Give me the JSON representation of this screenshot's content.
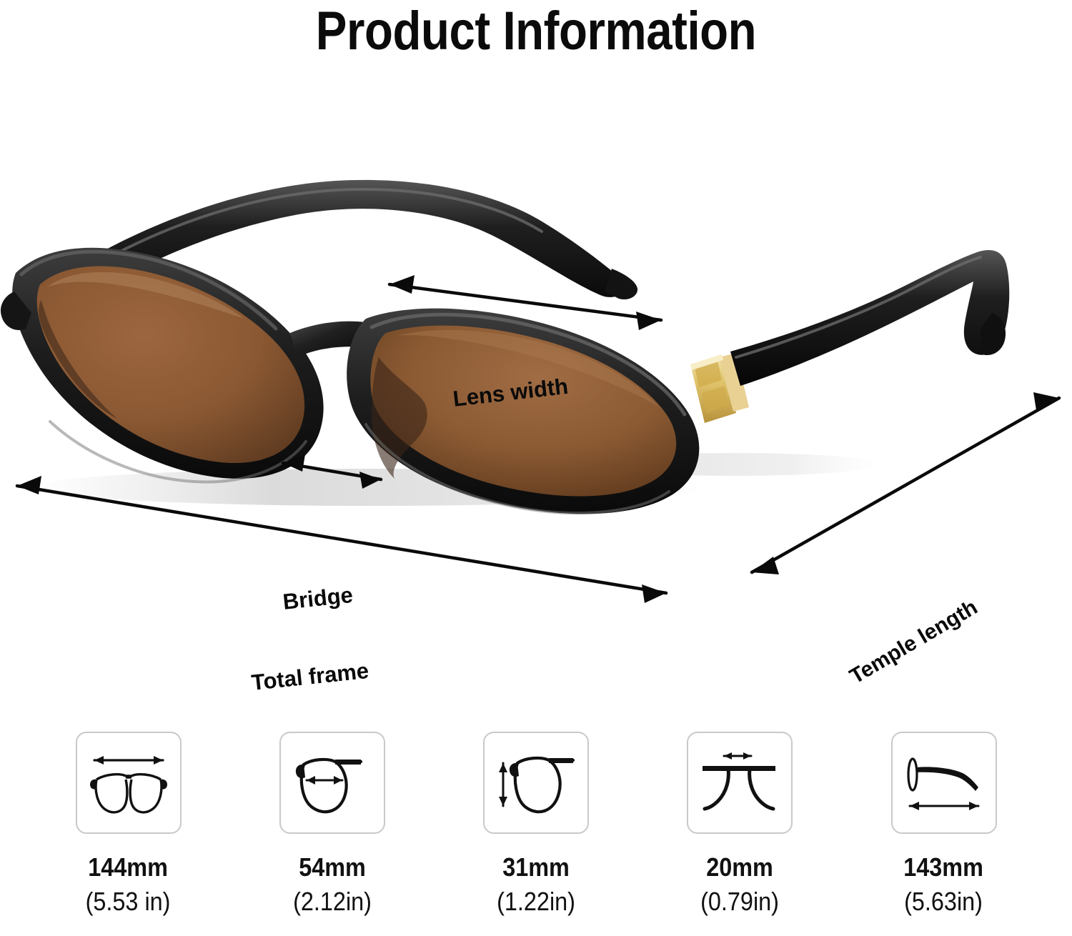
{
  "page": {
    "title": "Product Information",
    "background_color": "#ffffff"
  },
  "product": {
    "type": "sunglasses",
    "frame_color": "#1c1c1c",
    "lens_color": "#8b5a33",
    "lens_edge_color": "#3a2418",
    "hinge_accent_color": "#d8b757"
  },
  "photo_annotations": [
    {
      "id": "lens-width",
      "label": "Lens width",
      "arrow": "double"
    },
    {
      "id": "bridge",
      "label": "Bridge",
      "arrow": "double"
    },
    {
      "id": "total-frame",
      "label": "Total frame",
      "arrow": "double"
    },
    {
      "id": "temple-length",
      "label": "Temple length",
      "arrow": "double"
    }
  ],
  "specs": [
    {
      "icon": "glasses-front-total-width-icon",
      "measure": "total frame width",
      "mm": "144mm",
      "inches": "(5.53 in)"
    },
    {
      "icon": "lens-width-icon",
      "measure": "lens width",
      "mm": "54mm",
      "inches": "(2.12in)"
    },
    {
      "icon": "lens-height-icon",
      "measure": "lens height",
      "mm": "31mm",
      "inches": "(1.22in)"
    },
    {
      "icon": "bridge-width-icon",
      "measure": "bridge width",
      "mm": "20mm",
      "inches": "(0.79in)"
    },
    {
      "icon": "temple-length-icon",
      "measure": "temple length",
      "mm": "143mm",
      "inches": "(5.63in)"
    }
  ]
}
